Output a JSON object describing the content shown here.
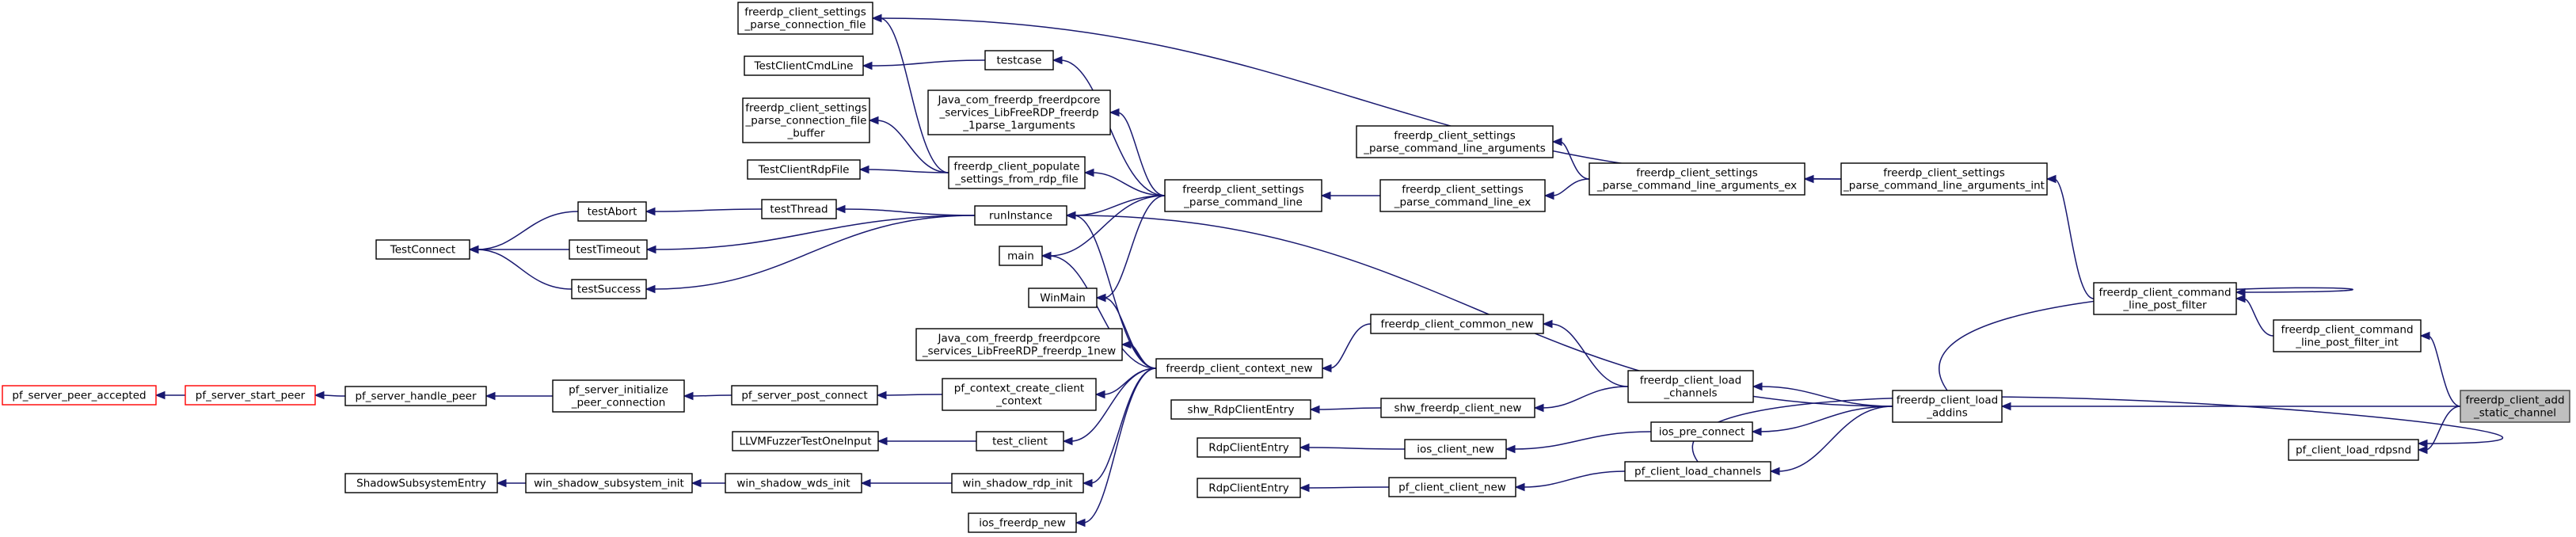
{
  "graph": {
    "title": "freerdp_client_add_static_channel caller graph",
    "node_color": "#ffffff",
    "root_color": "#bfbfbf",
    "truncated_color": "#ff0000",
    "edge_color": "#191970",
    "nodes": {
      "root": [
        "freerdp_client_add",
        "_static_channel"
      ],
      "load_addins": [
        "freerdp_client_load",
        "_addins"
      ],
      "load_rdpsnd": [
        "pf_client_load_rdpsnd"
      ],
      "load_channels": [
        "freerdp_client_load",
        "_channels"
      ],
      "ios_pre_connect": [
        "ios_pre_connect"
      ],
      "pf_load_channels": [
        "pf_client_load_channels"
      ],
      "post_filter_int": [
        "freerdp_client_command",
        "_line_post_filter_int"
      ],
      "post_filter": [
        "freerdp_client_command",
        "_line_post_filter"
      ],
      "args_int": [
        "freerdp_client_settings",
        "_parse_command_line_arguments_int"
      ],
      "args_ex": [
        "freerdp_client_settings",
        "_parse_command_line_arguments_ex"
      ],
      "args": [
        "freerdp_client_settings",
        "_parse_command_line_arguments"
      ],
      "cmdline_ex": [
        "freerdp_client_settings",
        "_parse_command_line_ex"
      ],
      "cmdline": [
        "freerdp_client_settings",
        "_parse_command_line"
      ],
      "conn_file": [
        "freerdp_client_settings",
        "_parse_connection_file"
      ],
      "conn_file_buffer": [
        "freerdp_client_settings",
        "_parse_connection_file",
        "_buffer"
      ],
      "populate": [
        "freerdp_client_populate",
        "_settings_from_rdp_file"
      ],
      "testcase": [
        "testcase"
      ],
      "cmdline_test": [
        "TestClientCmdLine"
      ],
      "java_parse": [
        "Java_com_freerdp_freerdpcore",
        "_services_LibFreeRDP_freerdp",
        "_1parse_1arguments"
      ],
      "rdpfile_test": [
        "TestClientRdpFile"
      ],
      "run_instance": [
        "runInstance"
      ],
      "test_thread": [
        "testThread"
      ],
      "test_abort": [
        "testAbort"
      ],
      "test_timeout": [
        "testTimeout"
      ],
      "test_success": [
        "testSuccess"
      ],
      "test_connect": [
        "TestConnect"
      ],
      "main": [
        "main"
      ],
      "winmain": [
        "WinMain"
      ],
      "common_new": [
        "freerdp_client_common_new"
      ],
      "context_new": [
        "freerdp_client_context_new"
      ],
      "java_new": [
        "Java_com_freerdp_freerdpcore",
        "_services_LibFreeRDP_freerdp_1new"
      ],
      "shw_freerdp_new": [
        "shw_freerdp_client_new"
      ],
      "shw_entry": [
        "shw_RdpClientEntry"
      ],
      "ios_client_new": [
        "ios_client_new"
      ],
      "rdp_entry_1": [
        "RdpClientEntry"
      ],
      "pf_client_new": [
        "pf_client_client_new"
      ],
      "rdp_entry_2": [
        "RdpClientEntry"
      ],
      "pf_create_ctx": [
        "pf_context_create_client",
        "_context"
      ],
      "pf_post_connect": [
        "pf_server_post_connect"
      ],
      "pf_init_peer": [
        "pf_server_initialize",
        "_peer_connection"
      ],
      "pf_handle_peer": [
        "pf_server_handle_peer"
      ],
      "pf_start_peer": [
        "pf_server_start_peer"
      ],
      "pf_peer_accepted": [
        "pf_server_peer_accepted"
      ],
      "test_client": [
        "test_client"
      ],
      "fuzzer": [
        "LLVMFuzzerTestOneInput"
      ],
      "shadow_rdp_init": [
        "win_shadow_rdp_init"
      ],
      "shadow_wds_init": [
        "win_shadow_wds_init"
      ],
      "shadow_subsys_init": [
        "win_shadow_subsystem_init"
      ],
      "shadow_entry": [
        "ShadowSubsystemEntry"
      ],
      "ios_freerdp_new": [
        "ios_freerdp_new"
      ]
    }
  }
}
